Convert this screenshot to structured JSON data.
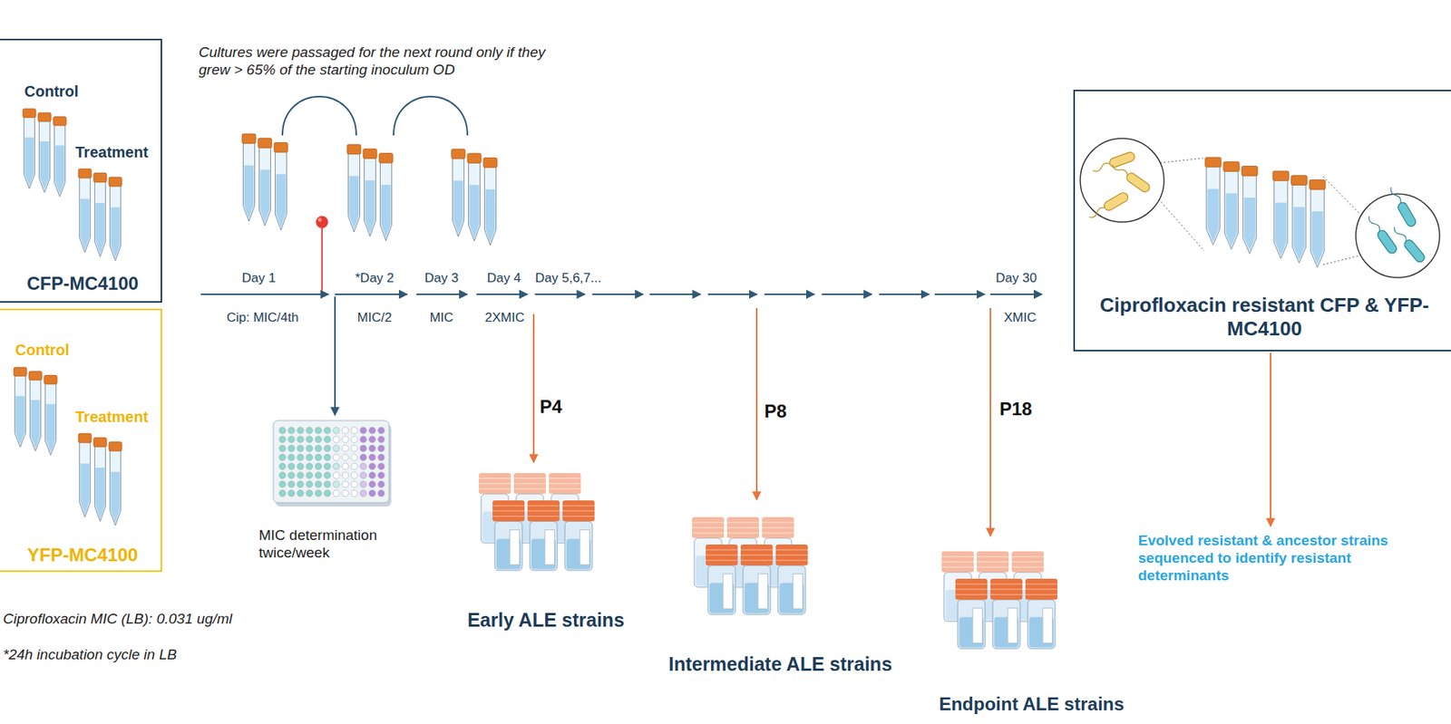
{
  "diagram": {
    "nodes": [
      {
        "text": [
          "Control",
          "Treatment",
          "CFP-MC4100"
        ]
      },
      {
        "text": [
          "Control",
          "Treatment",
          "YFP-MC4100"
        ]
      },
      {
        "text": [
          "MIC determination twice/week"
        ]
      },
      {
        "text": [
          "Early ALE strains"
        ]
      },
      {
        "text": [
          "Intermediate ALE strains"
        ]
      },
      {
        "text": [
          "Endpoint ALE strains"
        ]
      },
      {
        "text": [
          "Ciprofloxacin resistant CFP & YFP-MC4100"
        ]
      },
      {
        "text": [
          "Evolved resistant & ancestor strains sequenced to identify resistant determinants"
        ]
      }
    ],
    "edges": [
      {
        "from": 6,
        "to": 7,
        "arrow": "to"
      }
    ],
    "labels": [
      "Cultures were passaged for the next round only if they grew > 65% of the starting inoculum OD",
      "Day 1",
      "*Day 2",
      "Day 3",
      "Day 4",
      "Day 5,6,7...",
      "Day 30",
      "Cip: MIC/4th",
      "MIC/2",
      "MIC",
      "2XMIC",
      "XMIC",
      "P4",
      "P8",
      "P18",
      "Ciprofloxacin MIC (LB): 0.031 ug/ml",
      "*24h incubation cycle in LB"
    ]
  }
}
